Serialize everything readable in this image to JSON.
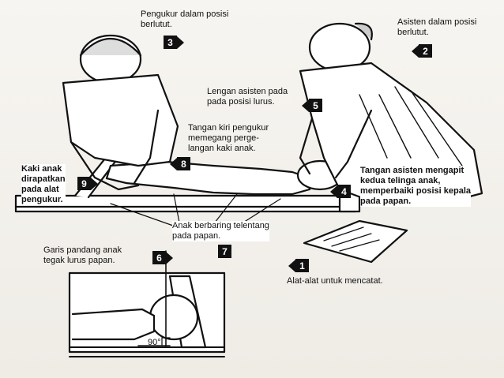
{
  "labels": {
    "l3": "Pengukur dalam posisi\nberlutut.",
    "l2": "Asisten dalam posisi\nberlutut.",
    "l5": "Lengan asisten pada\npada posisi lurus.",
    "l8": "Tangan kiri pengukur\nmemegang perge-\nlangan kaki anak.",
    "l9": "Kaki anak\ndirapatkan\npada alat\npengukur.",
    "l4": "Tangan asisten mengapit\nkedua telinga anak,\nmemperbaiki posisi kepala\npada papan.",
    "l7": "Anak berbaring telentang\npada papan.",
    "l6": "Garis pandang anak\ntegak lurus papan.",
    "l1": "Alat-alat untuk mencatat.",
    "angle": "90°"
  },
  "badges": {
    "b1": "1",
    "b2": "2",
    "b3": "3",
    "b4": "4",
    "b5": "5",
    "b6": "6",
    "b7": "7",
    "b8": "8",
    "b9": "9"
  },
  "colors": {
    "ink": "#111111",
    "paper": "#f4f1ec"
  }
}
